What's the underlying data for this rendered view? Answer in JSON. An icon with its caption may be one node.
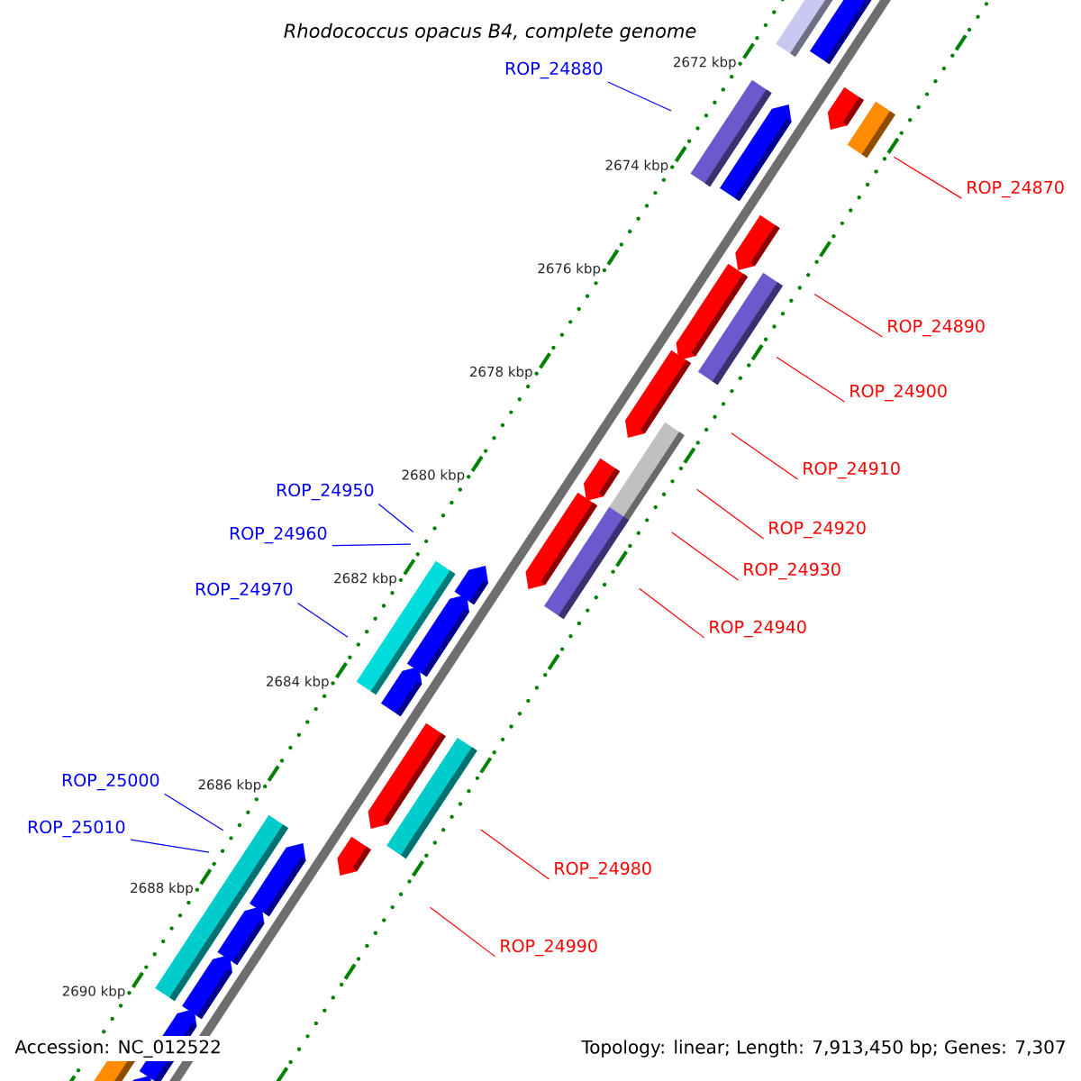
{
  "diagram": {
    "title": "Rhodococcus opacus B4, complete genome",
    "nodes": [
      {
        "text": [
          "ROP_24880"
        ]
      },
      {
        "text": [
          "ROP_24870"
        ]
      },
      {
        "text": [
          "ROP_24890"
        ]
      },
      {
        "text": [
          "ROP_24900"
        ]
      },
      {
        "text": [
          "ROP_24910"
        ]
      },
      {
        "text": [
          "ROP_24950"
        ]
      },
      {
        "text": [
          "ROP_24920"
        ]
      },
      {
        "text": [
          "ROP_24960"
        ]
      },
      {
        "text": [
          "ROP_24930"
        ]
      },
      {
        "text": [
          "ROP_24970"
        ]
      },
      {
        "text": [
          "ROP_24940"
        ]
      },
      {
        "text": [
          "ROP_25000"
        ]
      },
      {
        "text": [
          "ROP_25010"
        ]
      },
      {
        "text": [
          "ROP_24980"
        ]
      },
      {
        "text": [
          "ROP_24990"
        ]
      }
    ],
    "edges": [
      {
        "from": 0,
        "to": null,
        "arrow": "none",
        "color": "#0000ff"
      },
      {
        "from": 1,
        "to": null,
        "arrow": "none",
        "color": "#ff0000"
      },
      {
        "from": 2,
        "to": null,
        "arrow": "none",
        "color": "#ff0000"
      },
      {
        "from": 3,
        "to": null,
        "arrow": "none",
        "color": "#ff0000"
      },
      {
        "from": 4,
        "to": null,
        "arrow": "none",
        "color": "#ff0000"
      },
      {
        "from": 5,
        "to": null,
        "arrow": "none",
        "color": "#0000ff"
      },
      {
        "from": 6,
        "to": null,
        "arrow": "none",
        "color": "#ff0000"
      },
      {
        "from": 7,
        "to": null,
        "arrow": "none",
        "color": "#0000ff"
      },
      {
        "from": 8,
        "to": null,
        "arrow": "none",
        "color": "#ff0000"
      },
      {
        "from": 9,
        "to": null,
        "arrow": "none",
        "color": "#0000ff"
      },
      {
        "from": 10,
        "to": null,
        "arrow": "none",
        "color": "#ff0000"
      },
      {
        "from": 11,
        "to": null,
        "arrow": "none",
        "color": "#0000ff"
      },
      {
        "from": 12,
        "to": null,
        "arrow": "none",
        "color": "#0000ff"
      },
      {
        "from": 13,
        "to": null,
        "arrow": "none",
        "color": "#ff0000"
      },
      {
        "from": 14,
        "to": null,
        "arrow": "none",
        "color": "#ff0000"
      }
    ],
    "labels": [
      "2672 kbp",
      "2674 kbp",
      "2676 kbp",
      "2678 kbp",
      "2680 kbp",
      "2682 kbp",
      "2684 kbp",
      "2686 kbp",
      "2688 kbp",
      "2690 kbp",
      "Accession: NC_012522",
      "Topology: linear; Length: 7,913,450 bp; Genes: 7,307"
    ]
  }
}
